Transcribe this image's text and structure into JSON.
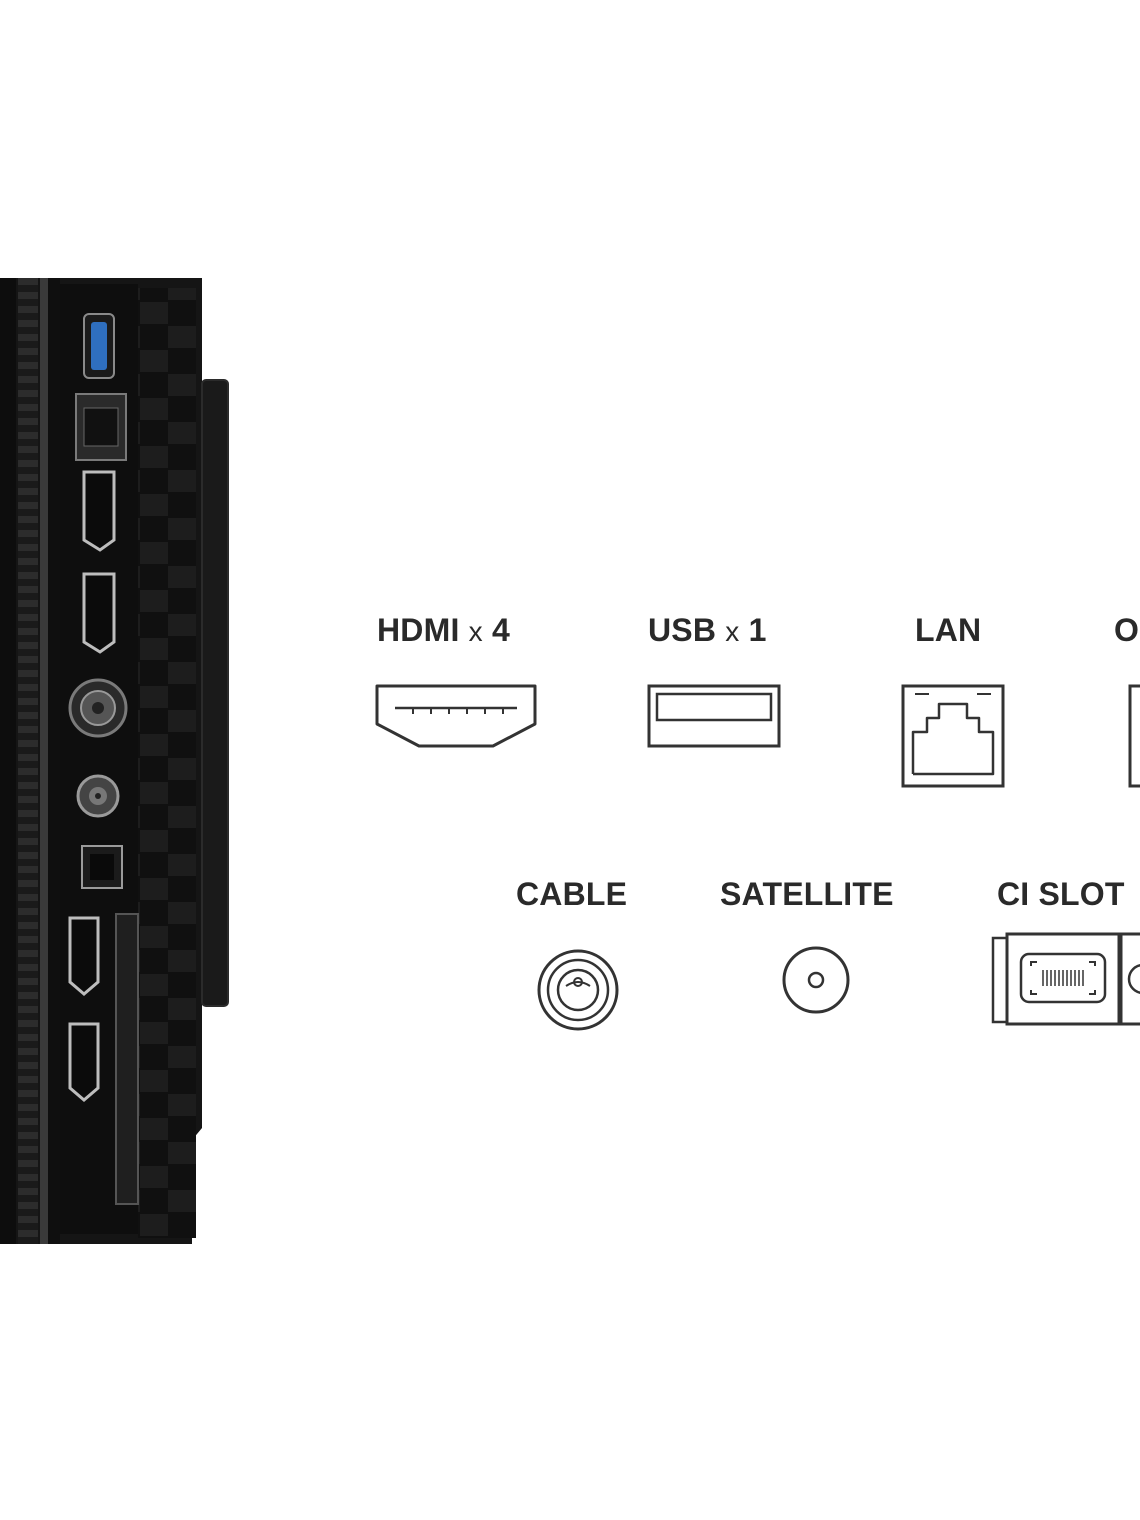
{
  "ports": {
    "hdmi": {
      "name": "HDMI",
      "mult": "x",
      "count": "4"
    },
    "usb": {
      "name": "USB",
      "mult": "x",
      "count": "1"
    },
    "lan": {
      "name": "LAN"
    },
    "optical": {
      "name": "O"
    },
    "cable": {
      "name": "CABLE"
    },
    "satellite": {
      "name": "SATELLITE"
    },
    "ci_slot": {
      "name": "CI SLOT"
    }
  },
  "colors": {
    "panel": "#141414",
    "panel_edge": "#2b2b2b",
    "label": "#2a2a2a",
    "icon_stroke": "#333333",
    "usb_accent": "#2f6fbf"
  },
  "icons": [
    "hdmi-port-icon",
    "usb-port-icon",
    "lan-port-icon",
    "optical-port-icon",
    "cable-port-icon",
    "satellite-port-icon",
    "ci-slot-icon"
  ]
}
